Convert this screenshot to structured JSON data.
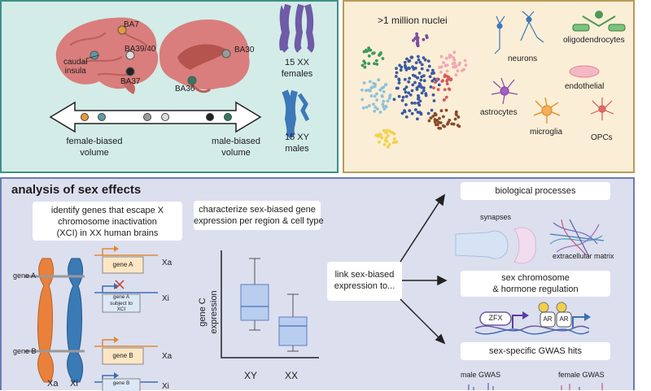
{
  "panel_brain": {
    "regions": [
      "BA7",
      "BA39/40",
      "caudal\ninsula",
      "BA37",
      "BA30",
      "BA36"
    ],
    "bias_left": "female-biased\nvolume",
    "bias_right": "male-biased\nvolume",
    "females": "15 XX\nfemales",
    "males": "15 XY\nmales",
    "colors": {
      "bg": "#d3ece7",
      "border": "#3f8f85",
      "brain": "#d97e7c",
      "x_chrom": "#6f5ba8",
      "y_chrom": "#3d78b8"
    }
  },
  "panel_cells": {
    "nuclei": ">1 million nuclei",
    "cell_types": [
      "neurons",
      "oligodendrocytes",
      "endothelial",
      "astrocytes",
      "microglia",
      "OPCs"
    ],
    "colors": {
      "bg": "#fbeed7",
      "border": "#b99a57"
    }
  },
  "panel_sex": {
    "title": "analysis of sex effects",
    "xci_box": "identify genes that escape X\nchromosome inactivation\n(XCI) in XX human brains",
    "expr_box": "characterize sex-biased gene\nexpression per region & cell type",
    "link_box": "link sex-biased\nexpression to...",
    "outcomes": [
      "biological processes",
      "sex chromosome\n& hormone regulation",
      "sex-specific GWAS hits"
    ],
    "bio_labels": [
      "synapses",
      "extracellular matrix"
    ],
    "reg_labels": [
      "ZFX",
      "AR",
      "AR"
    ],
    "gwas_labels": [
      "male GWAS",
      "female GWAS"
    ],
    "gene_labels": [
      "gene A",
      "gene B"
    ],
    "gene_box_a": "gene A",
    "gene_box_a_sub": "gene A\nsubject to\nXCI",
    "gene_box_b": "gene B",
    "gene_box_b_sub": "gene B",
    "xa": "Xa",
    "xi": "Xi",
    "ylabel": "gene C\nexpression",
    "xcats": [
      "XY",
      "XX"
    ],
    "colors": {
      "bg": "#dcdfee",
      "border": "#6c7bb3",
      "xa_chrom": "#e9813d",
      "xi_chrom": "#3a7ab5",
      "box_fill": "#b9cdef",
      "arrow_orange": "#e08a34",
      "arrow_blue": "#3a6fb6"
    }
  }
}
